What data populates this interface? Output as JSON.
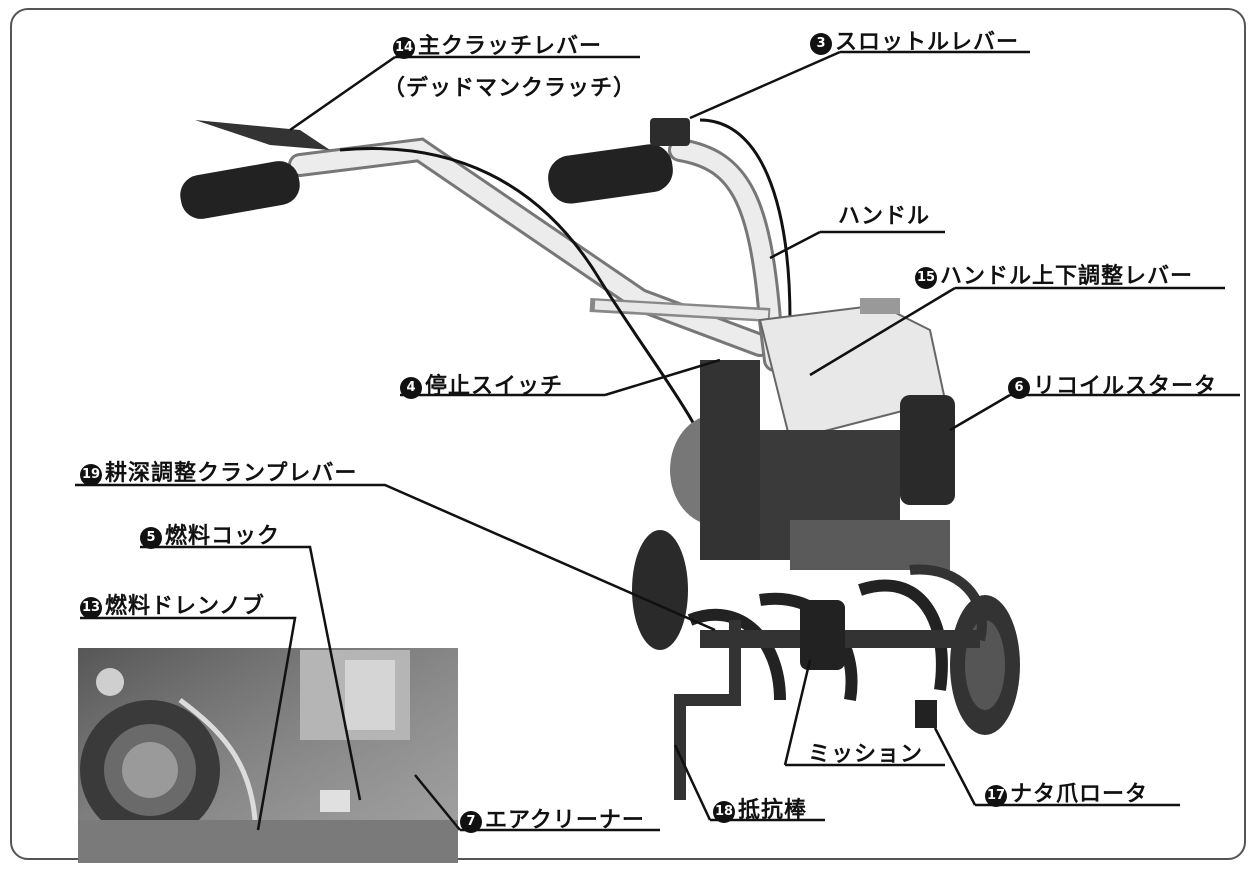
{
  "labels": {
    "main_clutch": {
      "num": "14",
      "text": "主クラッチレバー",
      "sub": "（デッドマンクラッチ）"
    },
    "throttle": {
      "num": "3",
      "text": "スロットルレバー"
    },
    "handle": {
      "text": "ハンドル"
    },
    "handle_adjust": {
      "num": "15",
      "text": "ハンドル上下調整レバー"
    },
    "stop_switch": {
      "num": "4",
      "text": "停止スイッチ"
    },
    "recoil": {
      "num": "6",
      "text": "リコイルスタータ"
    },
    "depth_clamp": {
      "num": "19",
      "text": "耕深調整クランプレバー"
    },
    "fuel_cock": {
      "num": "5",
      "text": "燃料コック"
    },
    "fuel_drain": {
      "num": "13",
      "text": "燃料ドレンノブ"
    },
    "air_cleaner": {
      "num": "7",
      "text": "エアクリーナー"
    },
    "resist_bar": {
      "num": "18",
      "text": "抵抗棒"
    },
    "mission": {
      "text": "ミッション"
    },
    "rotor": {
      "num": "17",
      "text": "ナタ爪ロータ"
    }
  },
  "colors": {
    "line": "#111111",
    "handle": "#e6e6e6",
    "engine": "#d8d8d8",
    "dark": "#2a2a2a"
  }
}
